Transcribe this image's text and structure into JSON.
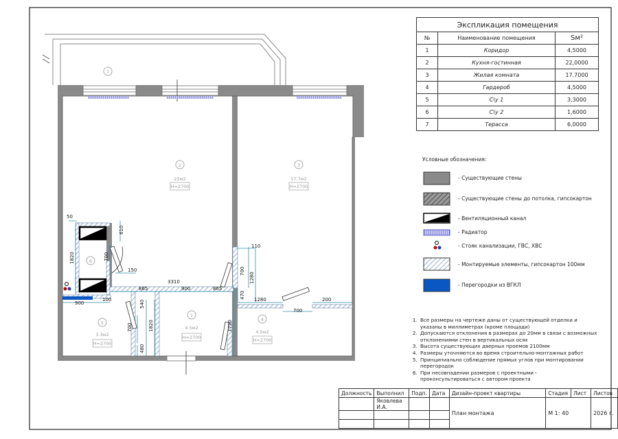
{
  "explication": {
    "title": "Экспликация помещения",
    "col_num": "№",
    "col_name": "Наименование помещения",
    "col_area": "Sм²",
    "rows": [
      {
        "num": "1",
        "name": "Коридор",
        "area": "4,5000"
      },
      {
        "num": "2",
        "name": "Кухня-гостинная",
        "area": "22,0000"
      },
      {
        "num": "3",
        "name": "Жилая комната",
        "area": "17,7000"
      },
      {
        "num": "4",
        "name": "Гардероб",
        "area": "4,5000"
      },
      {
        "num": "5",
        "name": "С\\у 1",
        "area": "3,3000"
      },
      {
        "num": "6",
        "name": "С\\у 2",
        "area": "1,6000"
      },
      {
        "num": "7",
        "name": "Терасса",
        "area": "6,0000"
      }
    ]
  },
  "legend": {
    "title": "Условные обозначения:",
    "items": [
      {
        "label": "- Существующие стены",
        "swatch": "solid-gray",
        "color": "#8a8a8a"
      },
      {
        "label": "- Существующие стены до потолка, гипсокартон",
        "swatch": "hatched-dark",
        "color": "#555555"
      },
      {
        "label": "- Вентиляционный канал",
        "swatch": "vent-triangle",
        "color": "#000000"
      },
      {
        "label": "- Радиатор",
        "swatch": "radiator",
        "color": "#7d7fd6"
      },
      {
        "label": "- Стояк канализации, ГВС, ХВС",
        "swatch": "riser-dots",
        "color": "#cc0000"
      },
      {
        "label": "- Монтируемые элементы, гипсокартон 100мм",
        "swatch": "hatched-light",
        "color": "#5b7fa8"
      },
      {
        "label": "- Перегородки из ВГКЛ",
        "swatch": "solid-blue",
        "color": "#0a57c2"
      }
    ]
  },
  "notes": [
    "Все размеры на чертеже даны от существующей отделки и указаны в миллиметрах (кроме площади)",
    "Допускаются отклонения в размерах до 20мм в связи с возможных отклонениями стен в вертикальных осях",
    "Высота существующих дверных проемов 2100мм",
    "Размеры уточняются во время строительно-монтажных работ",
    "Принципиально соблюдение прямых углов при монтировании перегородок",
    "При несовпадении размеров с проектными - проконсультироваться с автором проекта"
  ],
  "stamp": {
    "role_label": "Должность",
    "author_label": "Выполнил",
    "sign_label": "Подп.",
    "date_label": "Дата",
    "author_name": "Яковлева И.А.",
    "project": "Дизайн-проект квартиры",
    "stage_label": "Стадия",
    "sheet_label": "Лист",
    "sheets_label": "Листов",
    "drawing_title": "План монтажа",
    "scale": "М 1: 40",
    "year": "2026 г."
  },
  "plan": {
    "rooms": [
      {
        "num": "2",
        "area": "22м2",
        "height": "H=2700"
      },
      {
        "num": "3",
        "area": "17.7м2",
        "height": "H=2700"
      },
      {
        "num": "1",
        "area": "4.5м2",
        "height": "H=2700"
      },
      {
        "num": "4",
        "area": "4.5м2",
        "height": "H=2700"
      },
      {
        "num": "5",
        "area": "3.3м2",
        "height": "H=2700"
      },
      {
        "num": "6",
        "area": "",
        "height": ""
      },
      {
        "num": "7",
        "area": "",
        "height": ""
      }
    ],
    "dimensions": {
      "d50": "50",
      "d610": "610",
      "d1820a": "1820",
      "d700a": "700",
      "d150": "150",
      "d865a": "865",
      "d3310": "3310",
      "d900a": "900",
      "d865b": "865",
      "d110": "110",
      "d700b": "700",
      "d1280a": "1280",
      "d470": "470",
      "d1280b": "1280",
      "d200": "200",
      "d700c": "700",
      "d900b": "900",
      "d100": "100",
      "d540": "540",
      "d1820b": "1820",
      "d700d": "700",
      "d480": "480",
      "d1720": "1720"
    },
    "colors": {
      "wall": "#8a8a8a",
      "gkl_partition": "#0a57c2",
      "dimension": "#2f8fae"
    }
  }
}
